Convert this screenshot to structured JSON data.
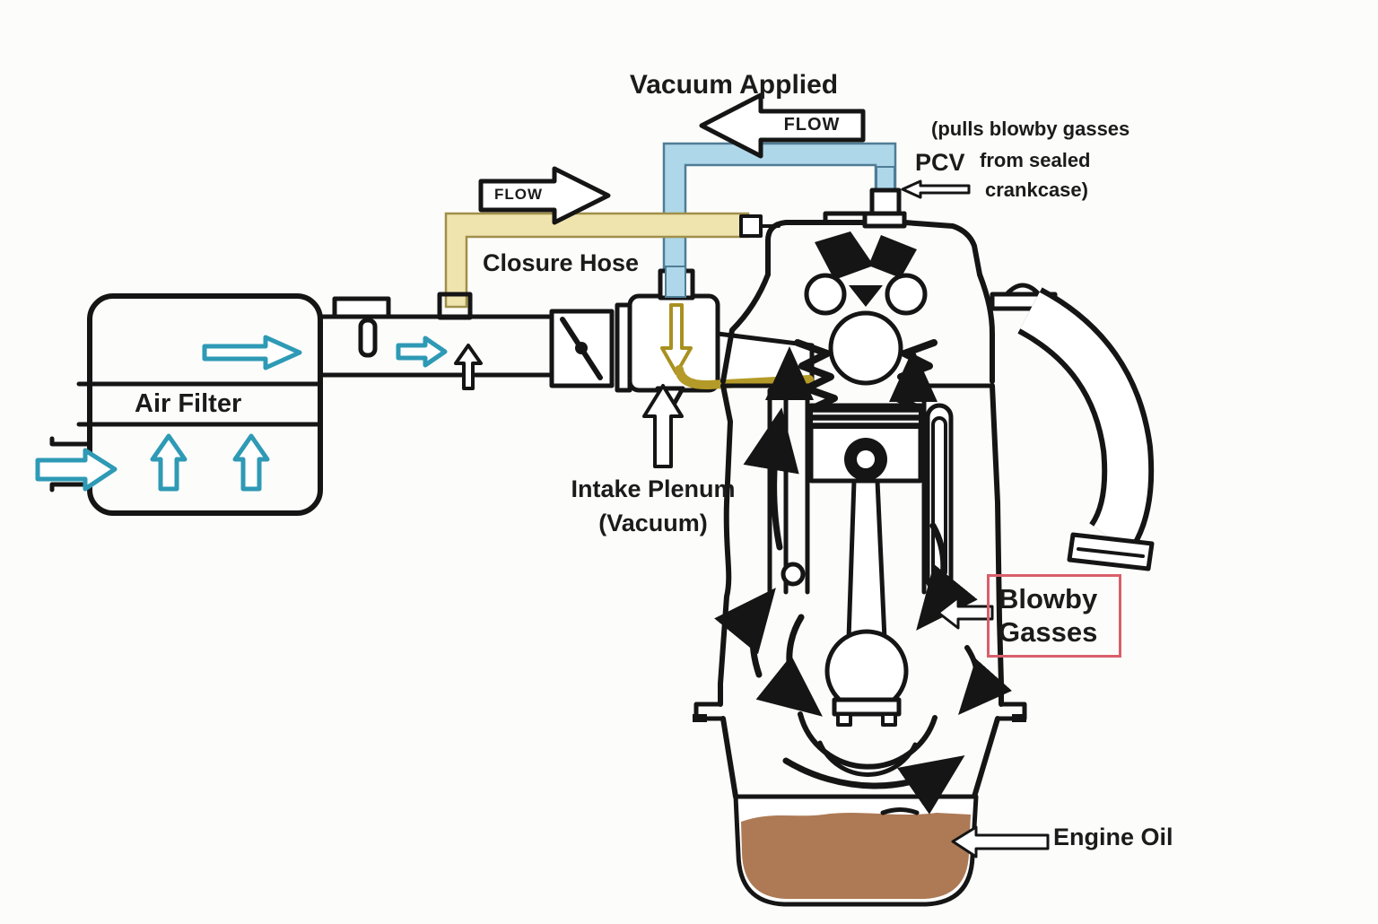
{
  "diagram": {
    "title": "Vacuum Applied",
    "flow_left_label": "FLOW",
    "flow_right_label": "FLOW",
    "closure_hose_label": "Closure Hose",
    "pcv_label": "PCV",
    "pcv_note": {
      "line1": "(pulls blowby gasses",
      "line2": "from sealed",
      "line3": "crankcase)"
    },
    "air_filter_label": "Air Filter",
    "intake_plenum": {
      "line1": "Intake Plenum",
      "line2": "(Vacuum)"
    },
    "blowby_box": {
      "line1": "Blowby",
      "line2": "Gasses"
    },
    "engine_oil_label": "Engine Oil",
    "colors": {
      "vacuum_hose_blue": "#aed7ea",
      "vacuum_hose_edge": "#4f7d95",
      "closure_hose_tan": "#f0e4ae",
      "closure_hose_edge": "#a08f4a",
      "fresh_air_cyan": "#2e9ab5",
      "metered_flow_gold": "#b49a28",
      "engine_oil_brown": "#ad7a55",
      "blowby_box_red": "#d95f6b",
      "ink_black": "#151515",
      "background": "#fcfcfb"
    },
    "icons": [
      "flow-left-block-arrow",
      "flow-right-block-arrow",
      "fresh-air-inlet-arrow",
      "filter-up-arrows",
      "clean-air-right-arrow",
      "duct-flow-arrow",
      "duct-up-arrow",
      "plenum-vacuum-up-arrow",
      "pcv-flow-down-arrow",
      "pcv-pointer-arrow",
      "blowby-pointer-arrow",
      "engine-oil-pointer-arrow",
      "crankcase-circulation-arrows"
    ]
  }
}
